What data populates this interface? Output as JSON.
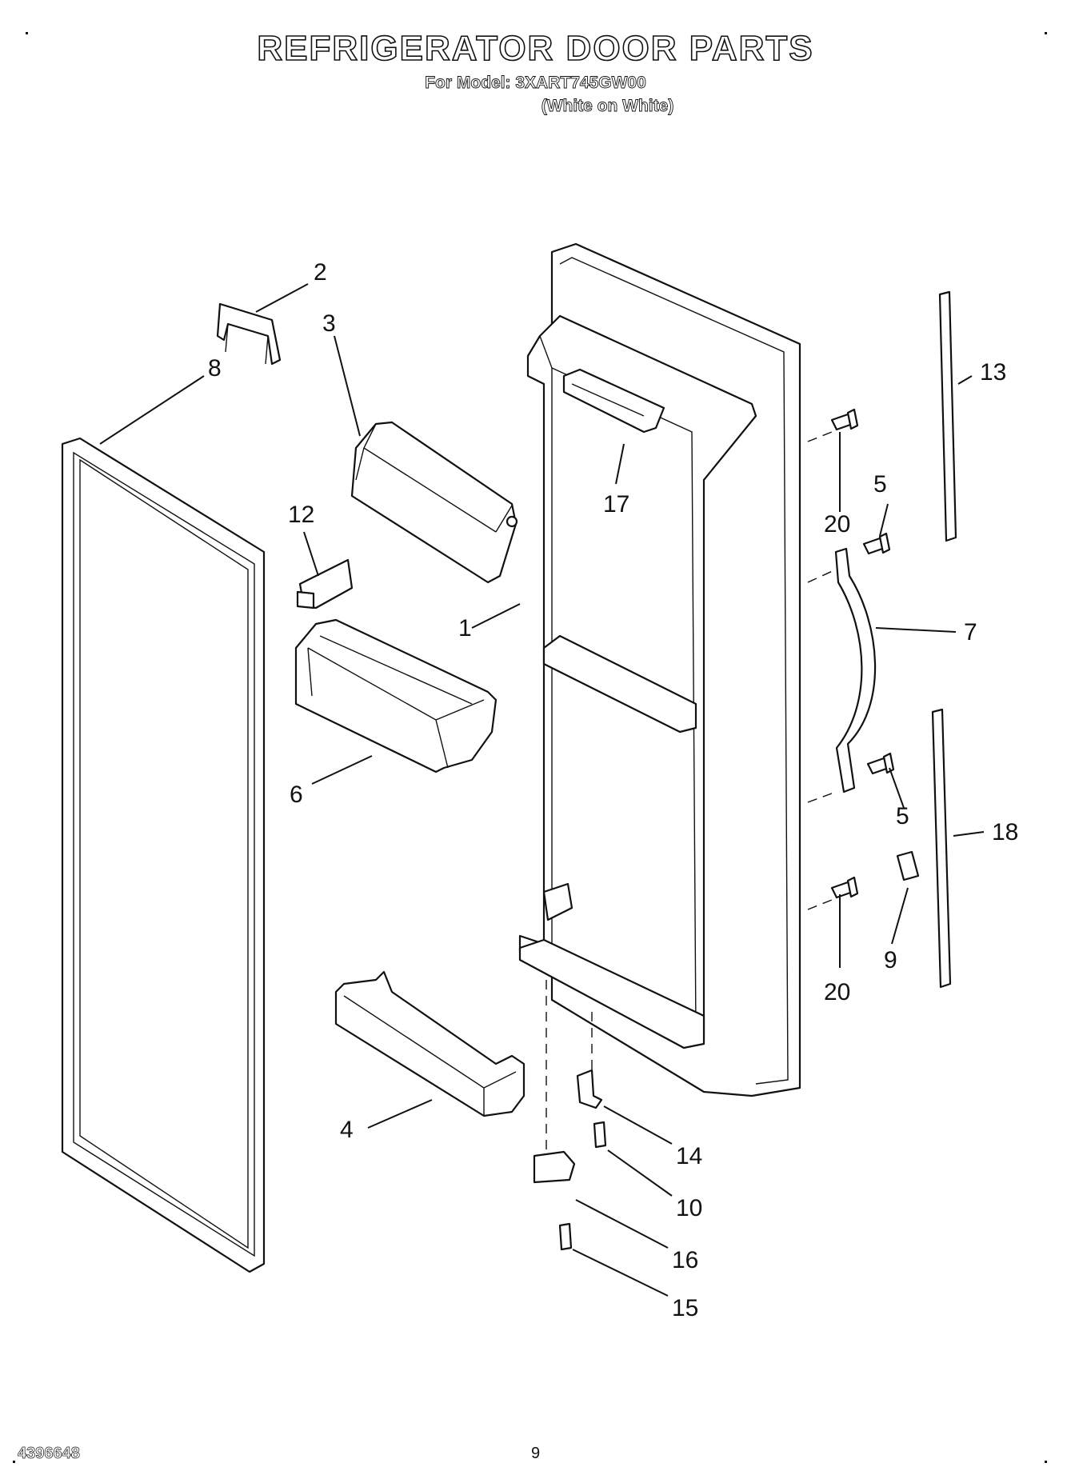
{
  "header": {
    "title": "REFRIGERATOR DOOR PARTS",
    "model": "For Model: 3XART745GW00",
    "variant": "(White on White)"
  },
  "footer": {
    "doc_number": "4396648",
    "page_number": "9"
  },
  "callouts": {
    "c1": "1",
    "c2": "2",
    "c3": "3",
    "c4": "4",
    "c5a": "5",
    "c5b": "5",
    "c6": "6",
    "c7": "7",
    "c8": "8",
    "c9": "9",
    "c10": "10",
    "c12": "12",
    "c13": "13",
    "c14": "14",
    "c15": "15",
    "c16": "16",
    "c17": "17",
    "c18": "18",
    "c20a": "20",
    "c20b": "20"
  }
}
